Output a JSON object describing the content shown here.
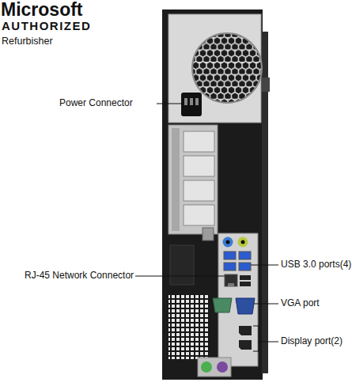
{
  "diagram": {
    "labels": [
      "Microsoft",
      "AUTHORIZED",
      "Refurbisher",
      "Power Connector",
      "USB 3.0 ports(4)",
      "RJ-45 Network Connector",
      "VGA port",
      "Display port(2)"
    ]
  }
}
